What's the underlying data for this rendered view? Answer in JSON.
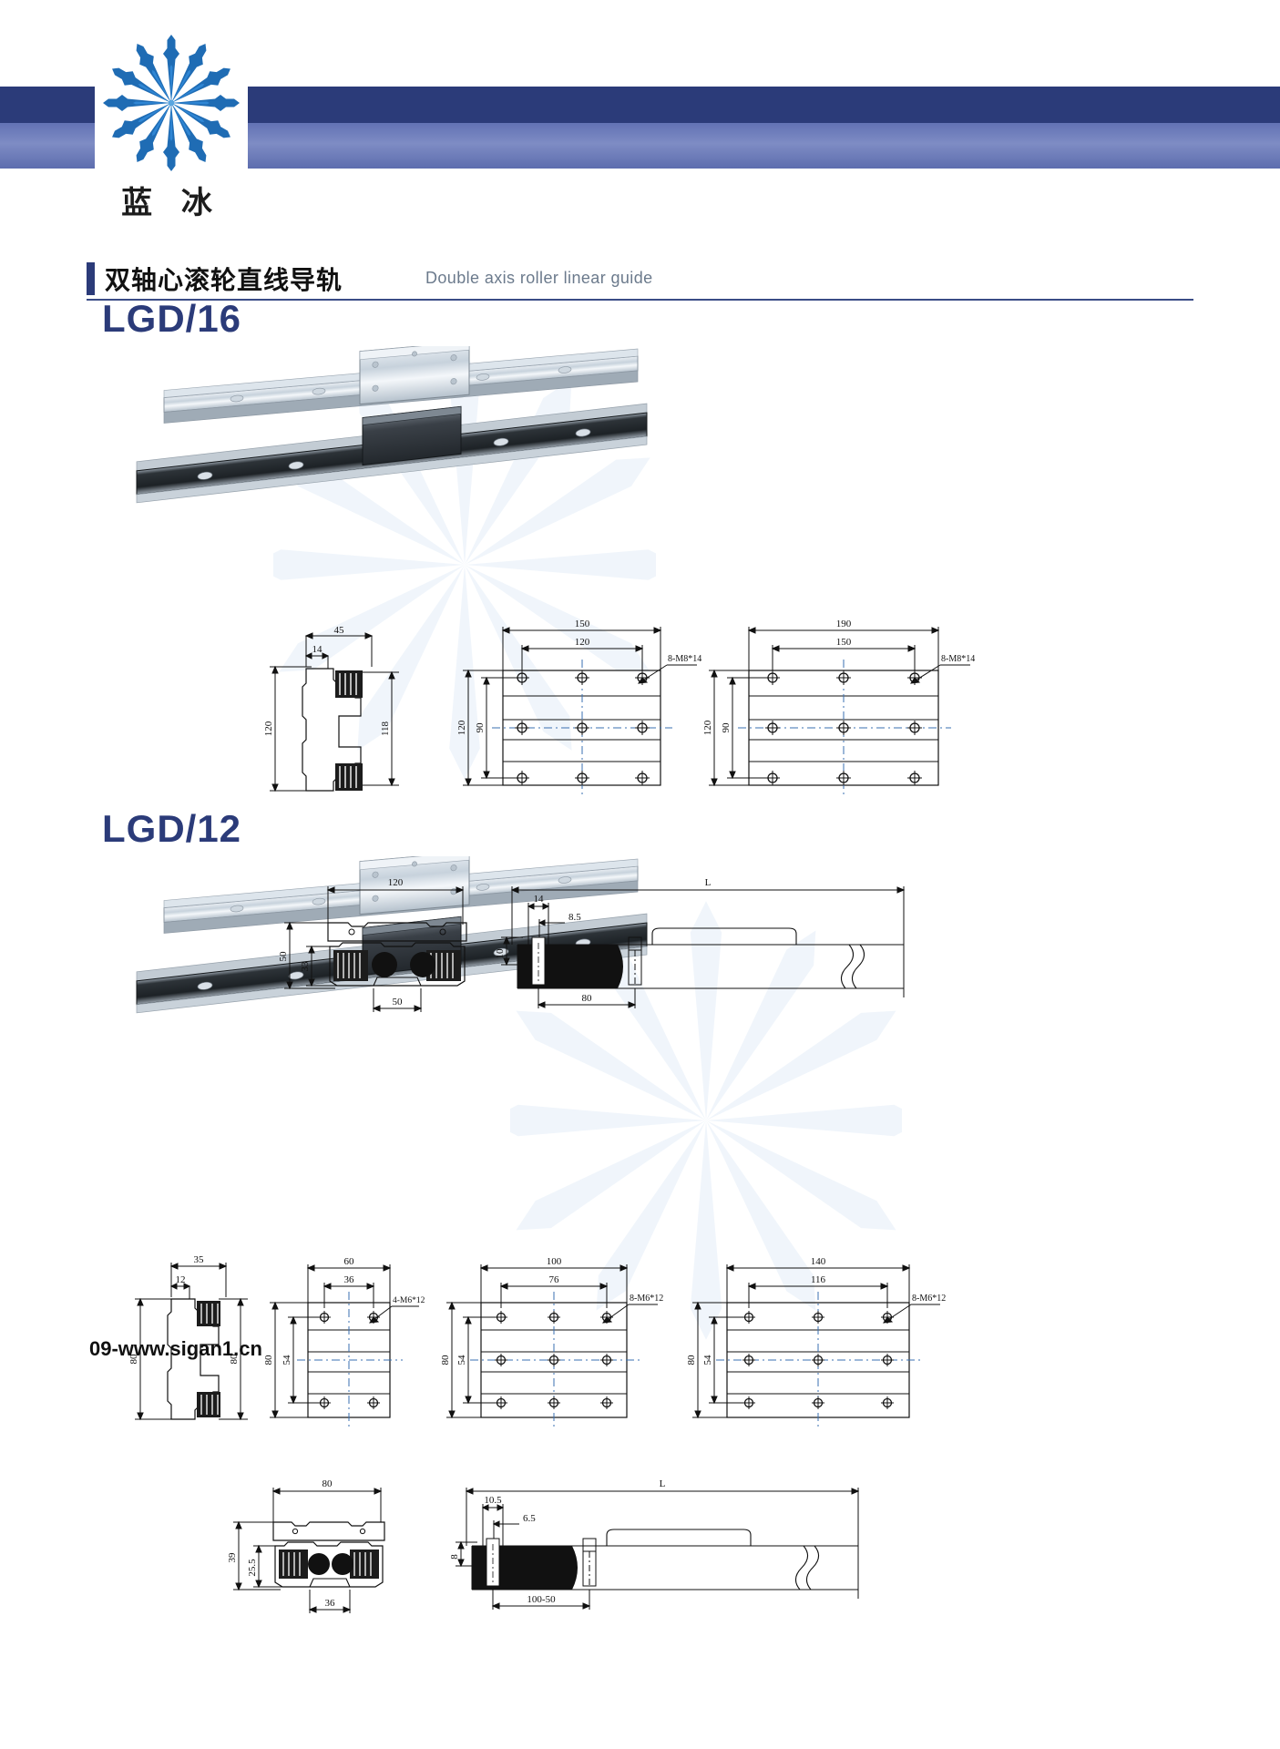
{
  "brand": {
    "logo_text": "蓝 冰",
    "logo_icon": "snowflake-icon"
  },
  "header": {
    "title_cn": "双轴心滚轮直线导轨",
    "title_en": "Double axis roller linear guide"
  },
  "footer": {
    "text": "09-www.sigan1.cn"
  },
  "colors": {
    "brand_dark": "#2b3b79",
    "brand_light": "#6272b4",
    "logo_blue": "#1f6cb4",
    "line": "#111111"
  },
  "sections": [
    {
      "id": "lgd16",
      "model": "LGD/16",
      "photo_caption": "double-axis-roller-linear-guide-photo",
      "profile": {
        "width_top": "45",
        "width_step": "14",
        "height_left": "120",
        "height_right": "118"
      },
      "plate_small": {
        "width_outer": "150",
        "width_hole": "120",
        "height_outer": "120",
        "height_hole": "90",
        "thread_note": "8-M8*14"
      },
      "plate_large": {
        "width_outer": "190",
        "width_hole": "150",
        "height_outer": "120",
        "height_hole": "90",
        "thread_note": "8-M8*14"
      },
      "carriage": {
        "length": "120",
        "height_total": "50",
        "height_inner": "33",
        "width_bottom": "50"
      },
      "rail": {
        "length_label": "L",
        "pitch_end": "14",
        "hole_offset": "8.5",
        "height": "10",
        "pitch": "80"
      }
    },
    {
      "id": "lgd12",
      "model": "LGD/12",
      "photo_caption": "double-axis-roller-linear-guide-photo",
      "profile": {
        "width_top": "35",
        "width_step": "12",
        "height_left": "80",
        "height_right": "80"
      },
      "plate_mini": {
        "width_outer": "60",
        "width_hole": "36",
        "height_outer": "80",
        "height_hole": "54",
        "thread_note": "4-M6*12"
      },
      "plate_small": {
        "width_outer": "100",
        "width_hole": "76",
        "height_outer": "80",
        "height_hole": "54",
        "thread_note": "8-M6*12"
      },
      "plate_large": {
        "width_outer": "140",
        "width_hole": "116",
        "height_outer": "80",
        "height_hole": "54",
        "thread_note": "8-M6*12"
      },
      "carriage": {
        "length": "80",
        "height_total": "39",
        "height_inner": "25.5",
        "width_bottom": "36"
      },
      "rail": {
        "length_label": "L",
        "pitch_end": "10.5",
        "hole_offset": "6.5",
        "height": "8",
        "pitch": "100-50"
      }
    }
  ]
}
